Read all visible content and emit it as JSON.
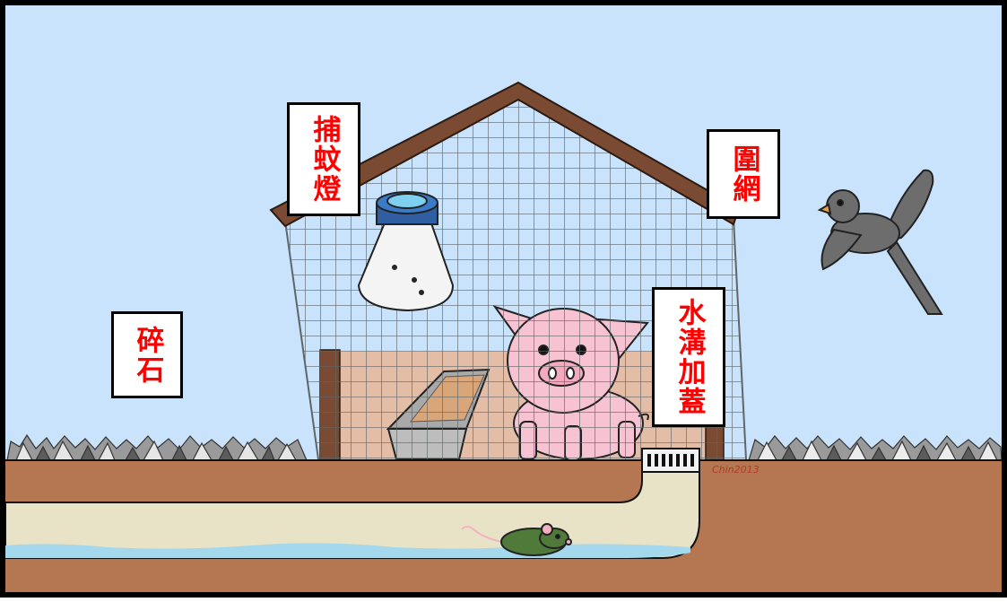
{
  "labels": {
    "mosquito_trap": "捕蚊燈",
    "fence_net": "圍網",
    "gravel": "碎石",
    "drain_cover": "水溝加蓋"
  },
  "credit": "Chin2013",
  "colors": {
    "sky": "#c9e3fc",
    "ground": "#b47752",
    "drain_water": "#e8e2c6",
    "water": "#a4d8ec",
    "roof": "#7a4a32",
    "pig": "#f7c3d3",
    "label_text": "#ff0000",
    "border": "#000000"
  },
  "icons": [
    "mosquito-trap-icon",
    "pig-icon",
    "bird-icon",
    "mouse-icon",
    "feeding-trough-icon",
    "drain-grate-icon",
    "gravel-icon"
  ]
}
